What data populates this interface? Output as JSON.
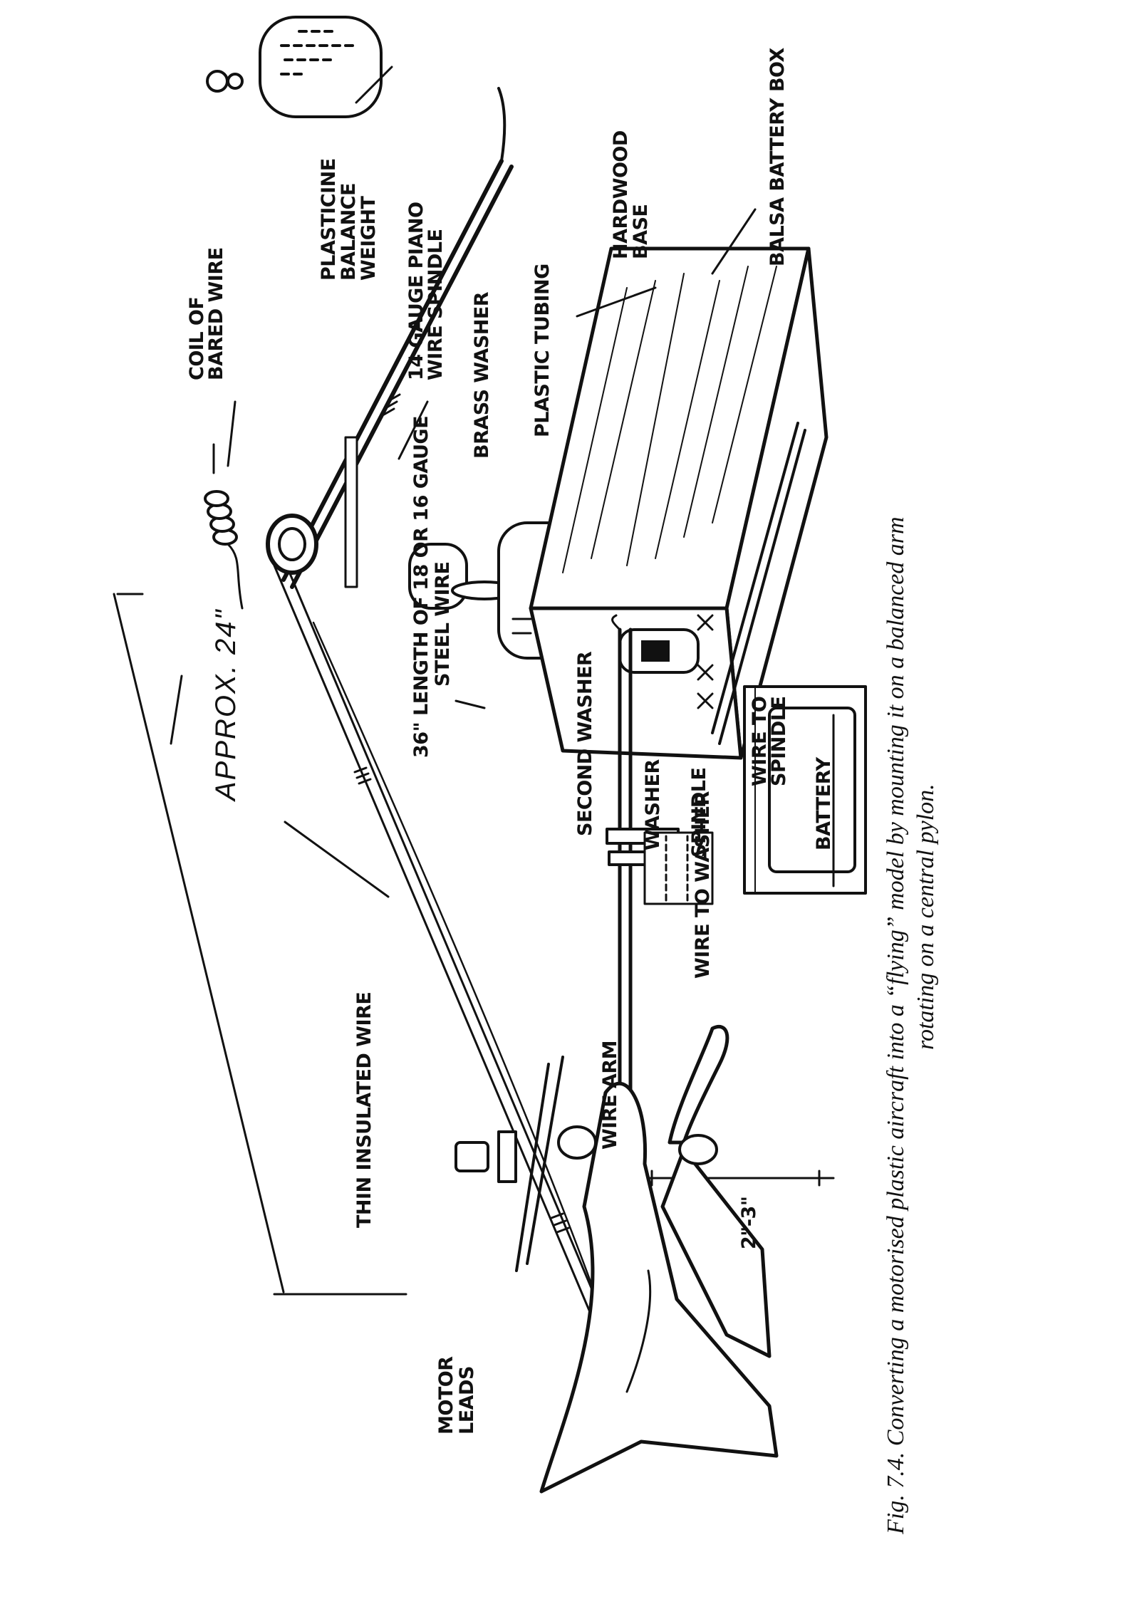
{
  "labels": {
    "coil": [
      "COIL OF",
      "BARED WIRE"
    ],
    "plasticine": [
      "PLASTICINE",
      "BALANCE",
      "WEIGHT"
    ],
    "spindle_wire": [
      "14 GAUGE PIANO",
      "WIRE SPINDLE"
    ],
    "brass_washer": "BRASS WASHER",
    "plastic_tubing": "PLASTIC TUBING",
    "hardwood_base": [
      "HARDWOOD",
      "BASE"
    ],
    "balsa_box": "BALSA BATTERY BOX",
    "steel_wire": [
      "36\" LENGTH OF 18 OR 16 GAUGE",
      "STEEL WIRE"
    ],
    "approx": "APPROX. 24\"",
    "thin_wire": "THIN INSULATED WIRE",
    "motor_leads": [
      "MOTOR",
      "LEADS"
    ],
    "second_washer": "SECOND WASHER",
    "washer": "WASHER",
    "spindle": "SPINDLE",
    "wire_to_spindle": [
      "WIRE TO",
      "SPINDLE"
    ],
    "battery": "BATTERY",
    "wire_to_washer": "WIRE TO WASHER",
    "wire_arm": "WIRE ARM",
    "height_dim": "2\"-3\""
  },
  "caption": {
    "line1": "Fig. 7.4.  Converting a motorised plastic aircraft into a “flying” model by mounting it on a balanced arm",
    "line2": "rotating on a central pylon."
  }
}
